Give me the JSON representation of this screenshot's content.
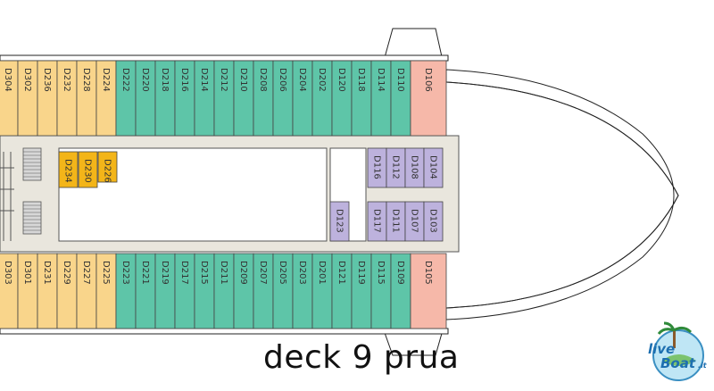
{
  "title": "deck 9 prua",
  "logo": {
    "part1": "live",
    "part2": "Boat",
    "suffix": ".it"
  },
  "colors": {
    "yellow": "#f9d58b",
    "teal": "#5ec5a8",
    "pink": "#f6b8a9",
    "lavender": "#bdb2dd",
    "orange": "#f3b519",
    "corridor": "#e9e6dd"
  },
  "cabins": {
    "top_yellow": [
      "D304",
      "D302",
      "D236",
      "D232",
      "D228",
      "D224"
    ],
    "top_teal": [
      "D222",
      "D220",
      "D218",
      "D216",
      "D214",
      "D212",
      "D210",
      "D208",
      "D206",
      "D204",
      "D202",
      "D120",
      "D118",
      "D114",
      "D110"
    ],
    "top_pink": "D106",
    "bottom_yellow": [
      "D303",
      "D301",
      "D231",
      "D229",
      "D227",
      "D225"
    ],
    "bottom_teal": [
      "D223",
      "D221",
      "D219",
      "D217",
      "D215",
      "D211",
      "D209",
      "D207",
      "D205",
      "D203",
      "D201",
      "D121",
      "D119",
      "D115",
      "D109"
    ],
    "bottom_pink": "D105",
    "inner_orange": [
      "D234",
      "D230",
      "D226"
    ],
    "inner_lavender_top": [
      "D116",
      "D112",
      "D108",
      "D104"
    ],
    "inner_lavender_bottom": [
      "D117",
      "D111",
      "D107",
      "D103"
    ],
    "inner_lavender_single": "D123"
  }
}
